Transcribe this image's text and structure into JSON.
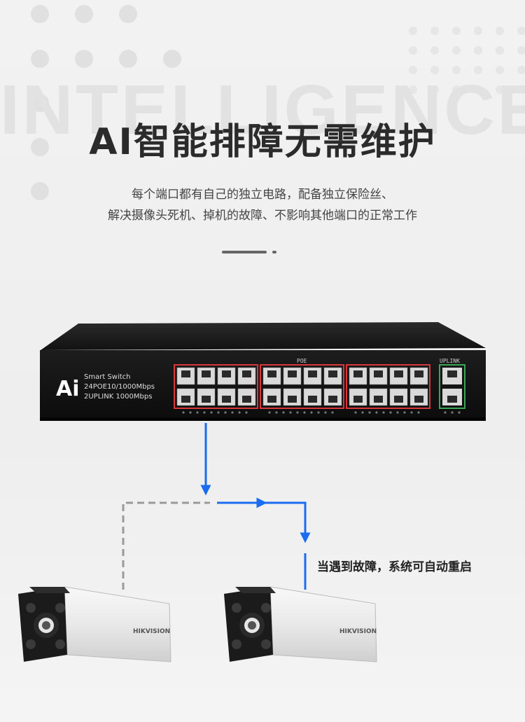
{
  "background_word": "INTELLIGENCE",
  "headline": "AI智能排障无需维护",
  "description_lines": [
    "每个端口都有自己的独立电路，配备独立保险丝、",
    "解决摄像头死机、掉机的故障、不影响其他端口的正常工作"
  ],
  "switch": {
    "logo": "Ai",
    "model_line1": "Smart Switch",
    "model_line2": "24POE10/1000Mbps",
    "model_line3": "2UPLINK 1000Mbps",
    "poe_label": "POE",
    "uplink_label": "UPLINK"
  },
  "cameras": {
    "brand_left": "HIKVISION",
    "brand_right": "HIKVISION"
  },
  "callout": "当遇到故障，系统可自动重启",
  "colors": {
    "headline": "#2b2b2b",
    "flow_arrow": "#1a6cf0",
    "fault_line": "#999999",
    "poe_port_border": "#d8383a",
    "uplink_port_border": "#3aa655"
  }
}
